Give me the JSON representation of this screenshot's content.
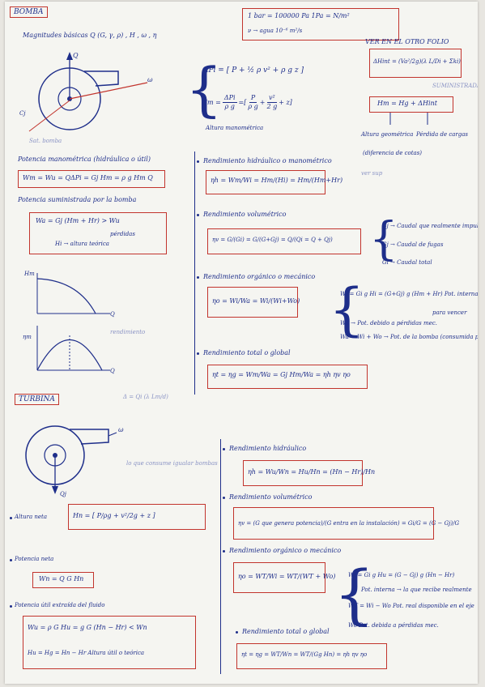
{
  "header": {
    "title_pump": "BOMBA",
    "units_box": "1 bar = 100000 Pa      1Pa = N/m²",
    "units_sub": "ν → agua  10⁻⁶ m²/s",
    "magnitudes": "Magnitudes básicas   Q (G, γ, ρ) ,  H , ω , η"
  },
  "pump_diagram": {
    "label_q": "Q",
    "label_omega": "ω",
    "label_cj": "Cj",
    "label_sat": "Sat. bomba"
  },
  "manometric": {
    "dp": "ΔPi = [ P + ½ ρ v² + ρ g z ]",
    "hm_lhs": "Hm =",
    "hm_f1_num": "ΔPi",
    "hm_f1_den": "ρ g",
    "hm_eq": "=",
    "hm_f2_num": "P",
    "hm_f2_den": "ρ g",
    "hm_plus1": "+",
    "hm_f3_num": "v²",
    "hm_f3_den": "2 g",
    "hm_plus2": "+ z",
    "caption": "Altura manométrica"
  },
  "other_blog": {
    "title": "VER EN EL OTRO FOLIO",
    "eq1": "ΔHint = (Va²/2g)(λ L/Di + Σki)",
    "eq2": "Hm = Hg + ΔHint",
    "note": "SUMINISTRADA",
    "altura_geo": "Altura geométrica",
    "perdida": "Pérdida de cargas",
    "diferencia": "(diferencia de cotas)",
    "note2": "ver sup"
  },
  "pump_section": {
    "potencia_manometrica": "Potencia manométrica (hidráulica o útil)",
    "eq_wm": "Wm = Wu = QΔPi = Gj Hm = ρ g Hm Q",
    "potencia_bomba": "Potencia suministrada por la bomba",
    "eq_wa": "Wa = Gj (Hm + Hr) > Wu",
    "perdidas": "pérdidas",
    "hi": "Hi → altura teórica",
    "graph_label_h": "Hm",
    "graph_label_q": "Q",
    "graph_label_eta": "ηm",
    "graph_label_q2": "Q",
    "graph_note": "rendimiento"
  },
  "pump_efficiencies": {
    "hidraulico_title": "Rendimiento hidráulico o manométrico",
    "hidraulico_eq": "ηh = Wm/Wi = Hm/(Hi) = Hm/(Hm+Hr)",
    "volumetrico_title": "Rendimiento volumétrico",
    "volumetrico_eq": "ηv = G/(Gi) = G/(G+Gj) = Q/(Qi = Q + Qj)",
    "vol_note1": "Gj → Caudal que realmente impulsa la bomba",
    "vol_note2": "Gj → Caudal de fugas",
    "vol_note3": "Gi → Caudal total",
    "organico_title": "Rendimiento orgánico o mecánico",
    "organico_eq": "ηo = Wi/Wa = Wi/(Wi+Wo)",
    "org_note1": "Wi = Gi g Hi = (G+Gj) g (Hm + Hr)  Pot. interna",
    "org_note2": "Wo → Pot. debido a pérdidas mec.",
    "org_note3": "Wa = Wi + Wo → Pot. de la bomba (consumida por la bomba)",
    "org_note4": "para vencer",
    "total_title": "Rendimiento total o global",
    "total_eq": "ηt = ηg = Wm/Wa = Gj Hm/Wa = ηh ηv ηo"
  },
  "turbine": {
    "title": "TURBINA",
    "side_formula": "Δ = Qi (λ Lm/d)",
    "label_omega": "ω",
    "label_qj": "Qj",
    "note": "lo que consume igualar bombas",
    "altura_neta_label": "Altura neta",
    "altura_neta_eq": "Hn = [ P/ρg + v²/2g + z ]",
    "potencia_neta_label": "Potencia neta",
    "potencia_neta_eq": "Wn = Q G Hn",
    "potencia_util_label": "Potencia útil extraída del fluido",
    "potencia_util_eq": "Wu = ρ G Hu = g G (Hn − Hr) < Wn",
    "hu_eq": "Hu = Hg = Hn − Hr     Altura útil o teórica",
    "hidraulico_title": "Rendimiento hidráulico",
    "hidraulico_eq": "ηh = Wu/Wn = Hu/Hn = (Hn − Hr)/Hn",
    "volumetrico_title": "Rendimiento volumétrico",
    "volumetrico_eq": "ηv = (G que genera potencia)/(G entra en la instalación) = Gi/G = (G − Gj)/G",
    "organico_title": "Rendimiento orgánico o mecánico",
    "organico_eq": "ηo = WT/Wi = WT/(WT + Wo)",
    "org_note1": "Wi = Gi g Hu = (G − Gj) g (Hn − Hr)",
    "org_note2": "Pot. interna → la que recibe realmente",
    "org_note3": "WT = Wi − Wo    Pot. real disponible en el eje",
    "org_note4": "Wo    Pot. debida a pérdidas mec.",
    "total_title": "Rendimiento total o global",
    "total_eq": "ηt = ηg = WT/Wn = WT/(Gg Hn) = ηh ηv ηo"
  },
  "colors": {
    "ink": "#1e2e8a",
    "box": "#c2342d",
    "paper": "#f5f5f1"
  }
}
